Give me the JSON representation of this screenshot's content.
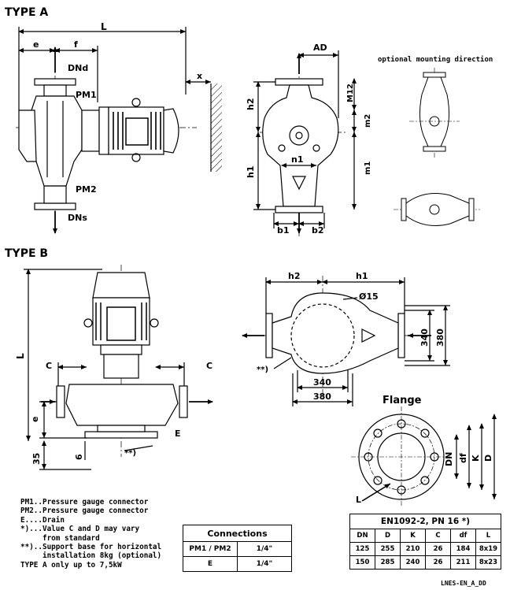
{
  "type_a": {
    "title": "TYPE A",
    "labels": {
      "L": "L",
      "e": "e",
      "f": "f",
      "dnd": "DNd",
      "dns": "DNs",
      "pm1": "PM1",
      "pm2": "PM2",
      "x": "x",
      "ad": "AD",
      "h1": "h1",
      "h2": "h2",
      "n1": "n1",
      "b1": "b1",
      "b2": "b2",
      "m1": "m1",
      "m2": "m2",
      "m12": "M12"
    },
    "optional_mounting": "optional mounting direction"
  },
  "type_b": {
    "title": "TYPE B",
    "labels": {
      "L": "L",
      "C_left": "C",
      "C_right": "C",
      "e": "e",
      "E": "E",
      "s35": "35",
      "s6": "6",
      "note": "**)",
      "h1": "h1",
      "h2": "h2",
      "d15": "Ø15",
      "d340h": "340",
      "d380h": "380",
      "d340v": "340",
      "d380v": "380",
      "note2": "**)"
    }
  },
  "flange": {
    "title": "Flange",
    "labels": {
      "DN": "DN",
      "dF": "df",
      "K": "K",
      "D": "D",
      "L": "L"
    }
  },
  "legend": [
    "PM1..Pressure gauge connector",
    "PM2..Pressure gauge connector",
    "E....Drain",
    "*)...Value C and D may vary",
    "     from standard",
    "**)..Support base for horizontal",
    "     installation 8kg (optional)",
    "",
    "TYPE A only up to 7,5kW"
  ],
  "connections": {
    "title": "Connections",
    "rows": [
      {
        "name": "PM1 / PM2",
        "value": "1/4\""
      },
      {
        "name": "E",
        "value": "1/4\""
      }
    ]
  },
  "flange_table": {
    "title": "EN1092-2, PN 16 *)",
    "headers": [
      "DN",
      "D",
      "K",
      "C",
      "df",
      "L"
    ],
    "rows": [
      [
        "125",
        "255",
        "210",
        "26",
        "184",
        "8x19"
      ],
      [
        "150",
        "285",
        "240",
        "26",
        "211",
        "8x23"
      ]
    ]
  },
  "doc_ref": "LNES-EN_A_DD"
}
